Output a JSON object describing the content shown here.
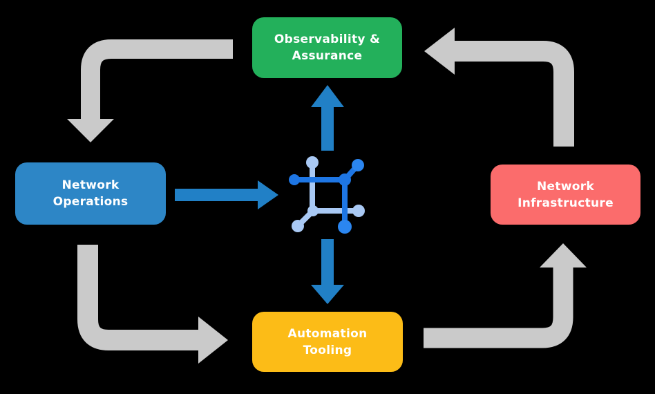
{
  "diagram": {
    "title": "network automation lifecycle diagram",
    "nodes": {
      "observability": {
        "line1": "Observability &",
        "line2": "Assurance",
        "color": "#23b05b"
      },
      "operations": {
        "line1": "Network",
        "line2": "Operations",
        "color": "#2d86c6"
      },
      "infrastructure": {
        "line1": "Network",
        "line2": "Infrastructure",
        "color": "#fb6c6c"
      },
      "automation": {
        "line1": "Automation",
        "line2": "Tooling",
        "color": "#fcbc17"
      }
    },
    "center_icon": "network-fabric-icon",
    "arrows": {
      "cycle": [
        {
          "from": "observability",
          "to": "operations"
        },
        {
          "from": "operations",
          "to": "automation"
        },
        {
          "from": "automation",
          "to": "infrastructure"
        },
        {
          "from": "infrastructure",
          "to": "observability"
        }
      ],
      "hub": [
        {
          "from": "operations",
          "to": "center"
        },
        {
          "from": "center",
          "to": "observability"
        },
        {
          "from": "center",
          "to": "automation"
        }
      ]
    },
    "colors": {
      "background": "#000000",
      "label_text": "#ffffff",
      "cycle_arrow_gray": "#cacaca",
      "hub_arrow_blue": "#2180c6",
      "icon_blue_dark": "#1e76e4",
      "icon_blue_bright": "#2b86f0",
      "icon_blue_light": "#a9c9f4"
    }
  }
}
